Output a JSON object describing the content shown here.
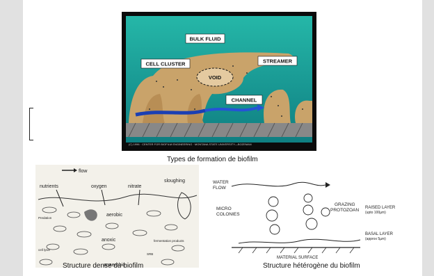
{
  "top_figure": {
    "labels": {
      "bulk_fluid": "BULK FLUID",
      "cell_cluster": "CELL CLUSTER",
      "void": "VOID",
      "streamer": "STREAMER",
      "channel": "CHANNEL"
    },
    "credit": "(C) 1996 · CENTER FOR BIOFILM ENGINEERING · MONTANA STATE UNIVERSITY—BOZEMAN",
    "caption": "Types de formation de biofilm"
  },
  "left_figure": {
    "labels": {
      "flow": "flow",
      "nutrients": "nutrients",
      "oxygen": "oxygen",
      "nitrate": "nitrate",
      "sloughing": "sloughing",
      "aerobic": "aerobic",
      "predation": "Predation",
      "anoxic": "anoxic",
      "fermentation": "fermentation products",
      "cell_lysis": "cell lysis",
      "srb": "SRB",
      "anaerobic": "anaerobic"
    },
    "caption": "Structure dense du biofilm"
  },
  "right_figure": {
    "labels": {
      "water_flow_1": "WATER",
      "water_flow_2": "FLOW",
      "micro_1": "MICRO",
      "micro_2": "COLONIES",
      "grazing_1": "GRAZING",
      "grazing_2": "PROTOZOAN",
      "raised_1": "RAISED LAYER",
      "raised_2": "(upto 100µm)",
      "basal_1": "BASAL LAYER",
      "basal_2": "(approx 5µm)",
      "surface": "MATERIAL SURFACE"
    },
    "caption": "Structure hétérogène du biofilm"
  }
}
